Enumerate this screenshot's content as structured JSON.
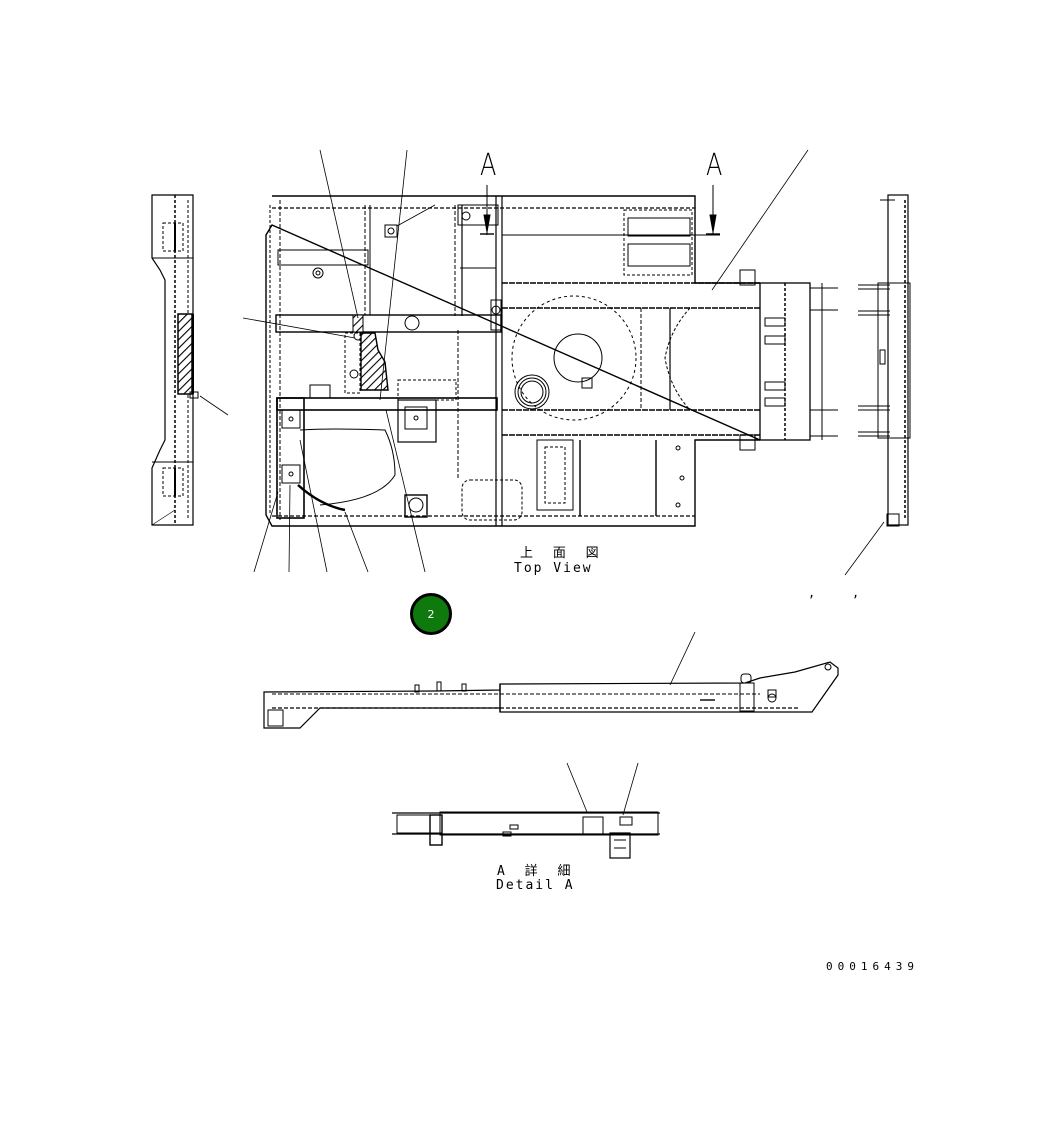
{
  "drawing": {
    "top_view": {
      "caption_jp": "上 面 図",
      "caption_en": "Top View"
    },
    "section_markers": [
      {
        "letter": "A",
        "position": "left"
      },
      {
        "letter": "A",
        "position": "right"
      }
    ],
    "detail_view": {
      "caption_jp": "A 詳 細",
      "caption_en": "Detail A"
    },
    "drawing_number": "00016439",
    "commas": [
      ",",
      ","
    ],
    "callout": {
      "number": "2",
      "color": "#0e7a0e"
    }
  }
}
